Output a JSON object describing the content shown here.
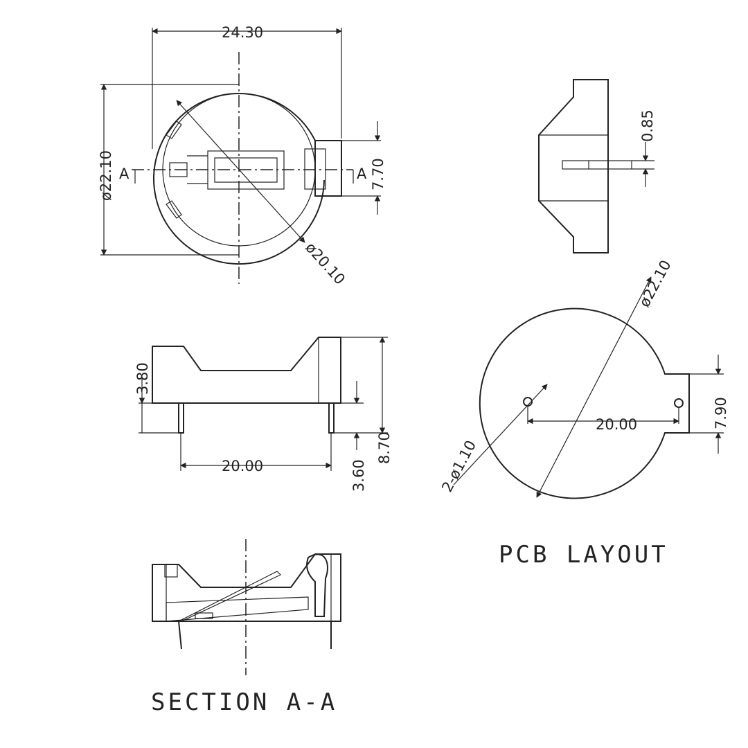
{
  "top_view": {
    "width_dim": "24.30",
    "outer_dia": "ø22.10",
    "inner_dia": "ø20.10",
    "tab_dim": "7.70",
    "section_left": "A",
    "section_right": "A"
  },
  "side_view": {
    "pin_dim": "0.85"
  },
  "front_view": {
    "wall_height": "3.80",
    "pin_pitch": "20.00",
    "pin_length": "3.60",
    "total_height": "8.70"
  },
  "pcb_layout": {
    "dia": "ø22.10",
    "hole_pitch": "20.00",
    "tab_dim": "7.90",
    "holes": "2-ø1.10",
    "title": "PCB LAYOUT"
  },
  "section": {
    "title": "SECTION A-A"
  }
}
